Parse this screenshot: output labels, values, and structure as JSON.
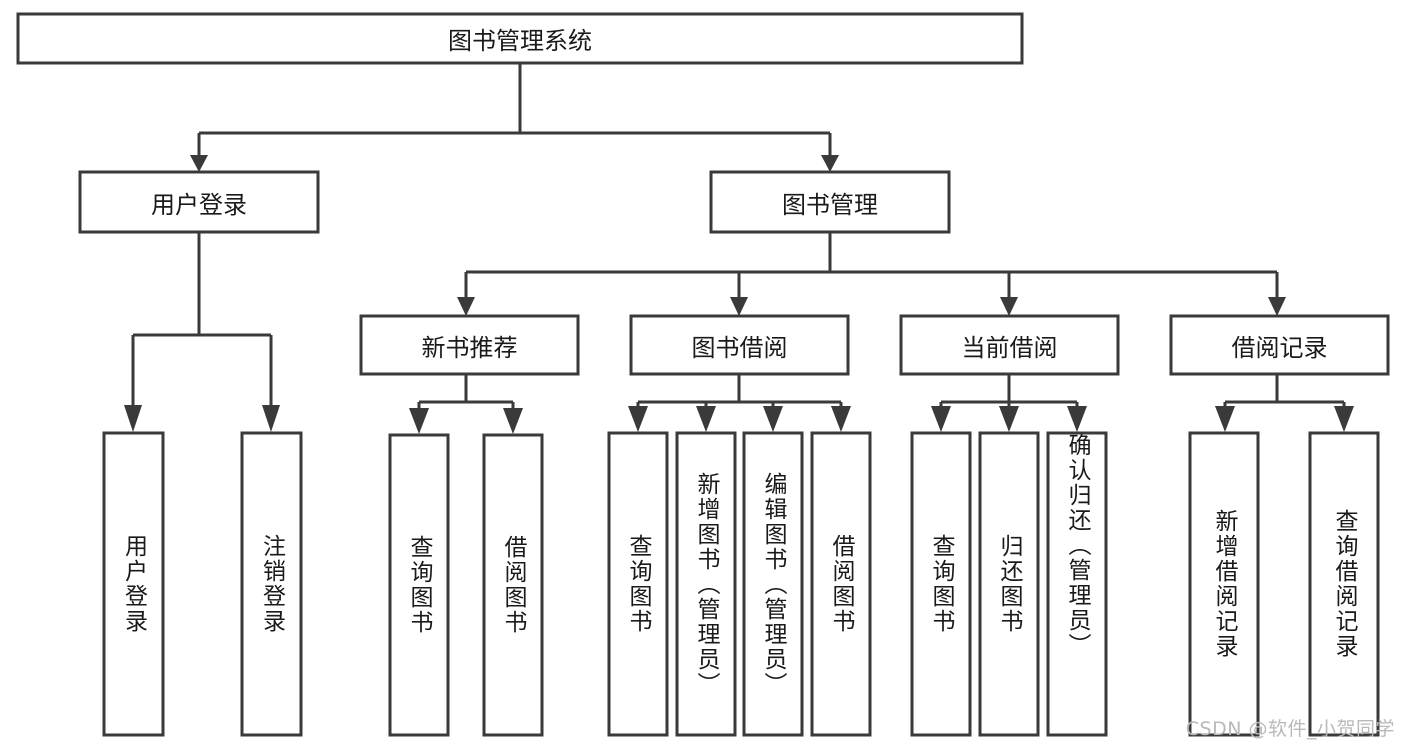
{
  "diagram": {
    "type": "hierarchy-tree",
    "title": "图书管理系统",
    "watermark": "CSDN @软件_小贺同学",
    "colors": {
      "box_stroke": "#3a3a3a",
      "box_fill": "#ffffff",
      "text": "#1a1a1a",
      "background": "#ffffff",
      "watermark": "#b9b9b9"
    },
    "root": {
      "label": "图书管理系统"
    },
    "level2": [
      {
        "label": "用户登录"
      },
      {
        "label": "图书管理"
      }
    ],
    "level3": [
      {
        "label": "新书推荐"
      },
      {
        "label": "图书借阅"
      },
      {
        "label": "当前借阅"
      },
      {
        "label": "借阅记录"
      }
    ],
    "leaves": {
      "user_login": [
        {
          "label": "用户登录"
        },
        {
          "label": "注销登录"
        }
      ],
      "new_book": [
        {
          "label": "查询图书"
        },
        {
          "label": "借阅图书"
        }
      ],
      "book_borrow": [
        {
          "label": "查询图书"
        },
        {
          "label": "新增图书（管理员）"
        },
        {
          "label": "编辑图书（管理员）"
        },
        {
          "label": "借阅图书"
        }
      ],
      "current_borrow": [
        {
          "label": "查询图书"
        },
        {
          "label": "归还图书"
        },
        {
          "label": "确认归还（管理员）"
        }
      ],
      "borrow_record": [
        {
          "label": "新增借阅记录"
        },
        {
          "label": "查询借阅记录"
        }
      ]
    }
  }
}
